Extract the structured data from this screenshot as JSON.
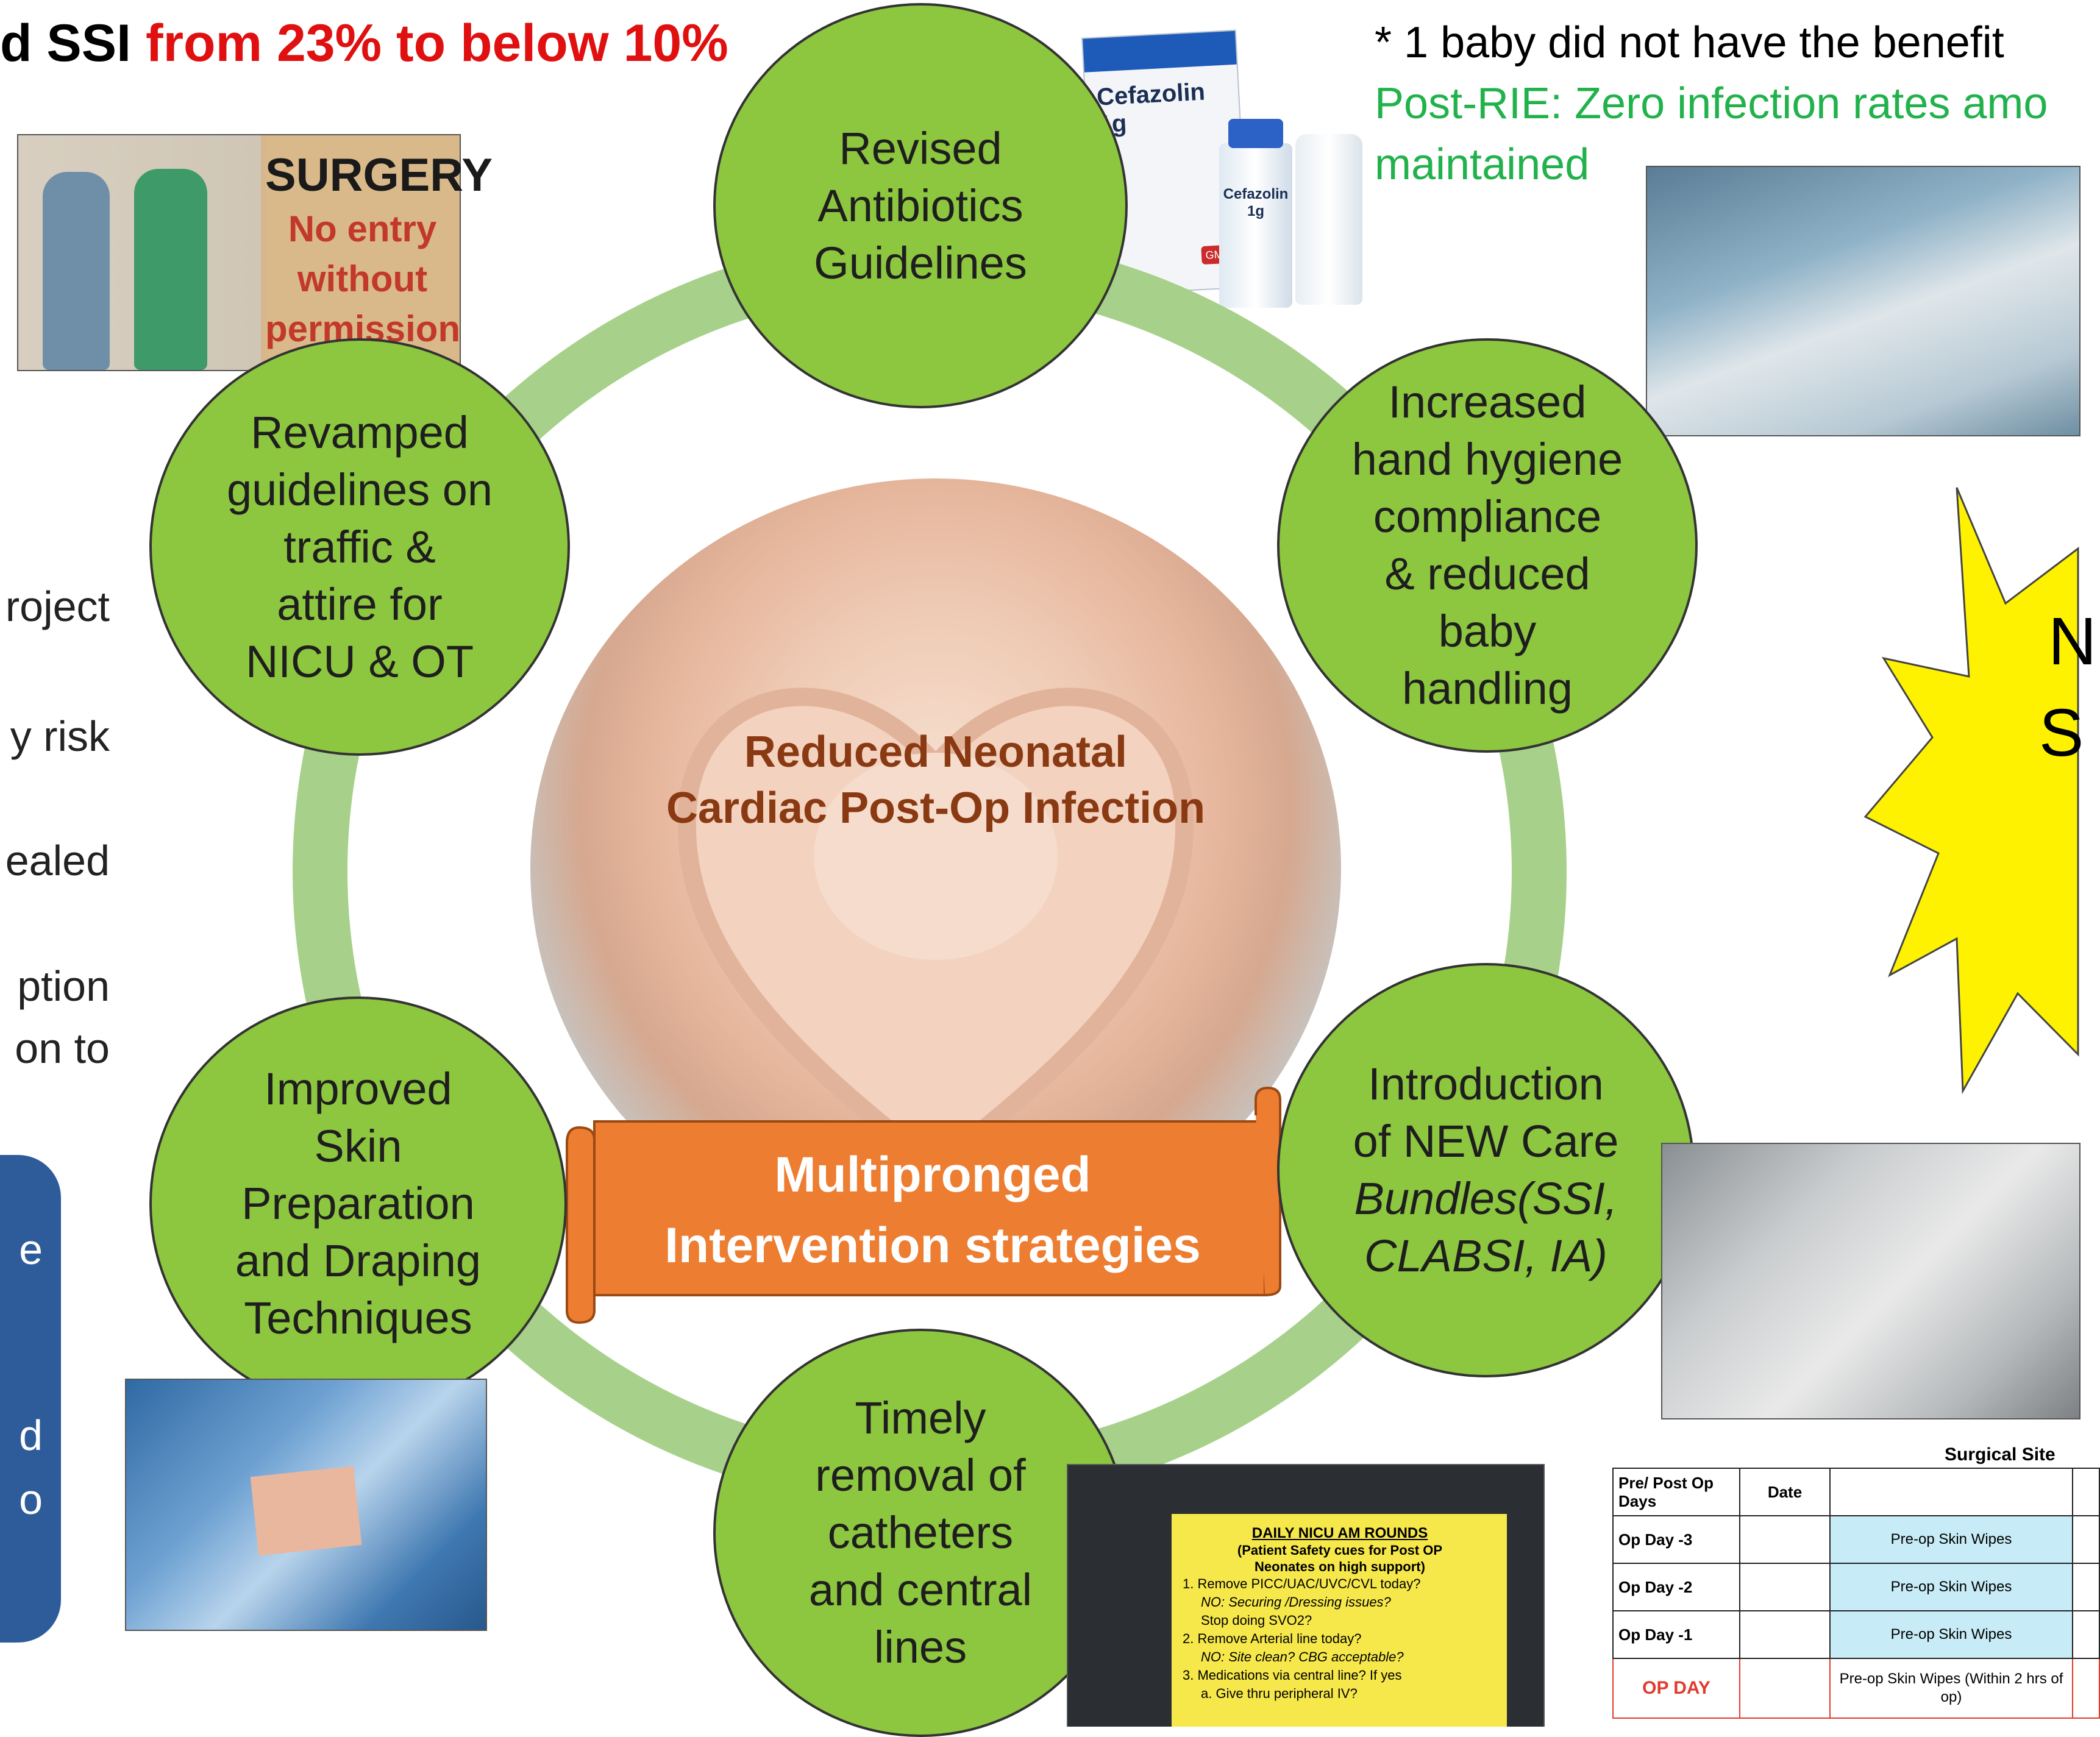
{
  "header": {
    "left_black": "d SSI",
    "left_red": " from 23% to below 10%",
    "right_line1": "* 1 baby did not have the benefit",
    "right_line2": "Post-RIE: Zero infection rates amo",
    "right_line3": "maintained"
  },
  "left_fragments": [
    "roject",
    "y  risk",
    "ealed",
    "ption",
    "on  to"
  ],
  "blue_box_fragments": [
    "e",
    "d",
    "o"
  ],
  "center": {
    "line1": "Reduced Neonatal",
    "line2": "Cardiac Post-Op Infection"
  },
  "banner": {
    "line1": "Multipronged",
    "line2": "Intervention strategies"
  },
  "strategies": {
    "top": [
      "Revised",
      "Antibiotics",
      "Guidelines"
    ],
    "top_right": [
      "Increased",
      "hand hygiene",
      "compliance",
      "& reduced",
      "baby",
      "handling"
    ],
    "bottom_right": [
      "Introduction",
      "of NEW Care",
      "Bundles(SSI,",
      "CLABSI, IA)"
    ],
    "bottom": [
      "Timely",
      "removal of",
      "catheters",
      "and central",
      "lines"
    ],
    "bottom_left": [
      "Improved",
      "Skin",
      "Preparation",
      "and Draping",
      "Techniques"
    ],
    "top_left": [
      "Revamped",
      "guidelines on",
      "traffic &",
      "attire for",
      "NICU & OT"
    ]
  },
  "surgery_sign": {
    "title": "SURGERY",
    "line1": "No entry",
    "line2": "without",
    "line3": "permission"
  },
  "antibiotic_box": {
    "label": "Cefazolin 1g",
    "vial_label": "Cefazolin 1g",
    "badge": "GMP"
  },
  "starburst": {
    "line1": "N",
    "line2": "S"
  },
  "nicu_card": {
    "title": "DAILY NICU AM ROUNDS",
    "subtitle1": "(Patient Safety cues for Post OP",
    "subtitle2": "Neonates on high support)",
    "item1a": "1.  Remove PICC/UAC/UVC/CVL today?",
    "item1b": "NO: Securing /Dressing issues?",
    "item1c": "Stop doing SVO2?",
    "item2a": "2.  Remove Arterial line today?",
    "item2b": "NO: Site clean? CBG acceptable?",
    "item3a": "3.  Medications via central line? If yes",
    "item3b": "a.   Give thru peripheral IV?"
  },
  "ssi_table": {
    "title": "Surgical Site",
    "col_days": "Pre/ Post Op Days",
    "col_date": "Date",
    "rows": [
      {
        "day": "Op Day -3",
        "task": "Pre-op Skin Wipes"
      },
      {
        "day": "Op Day -2",
        "task": "Pre-op Skin Wipes"
      },
      {
        "day": "Op Day -1",
        "task": "Pre-op Skin Wipes"
      },
      {
        "day": "OP DAY",
        "task": "Pre-op Skin Wipes (Within 2 hrs of op)"
      }
    ]
  },
  "colors": {
    "circle_fill": "#8dc63f",
    "ring": "#a7d18a",
    "banner": "#ed7d31",
    "center_text": "#8a3a12",
    "red_text": "#e01010",
    "green_text": "#22b24c",
    "burst": "#fff200"
  }
}
